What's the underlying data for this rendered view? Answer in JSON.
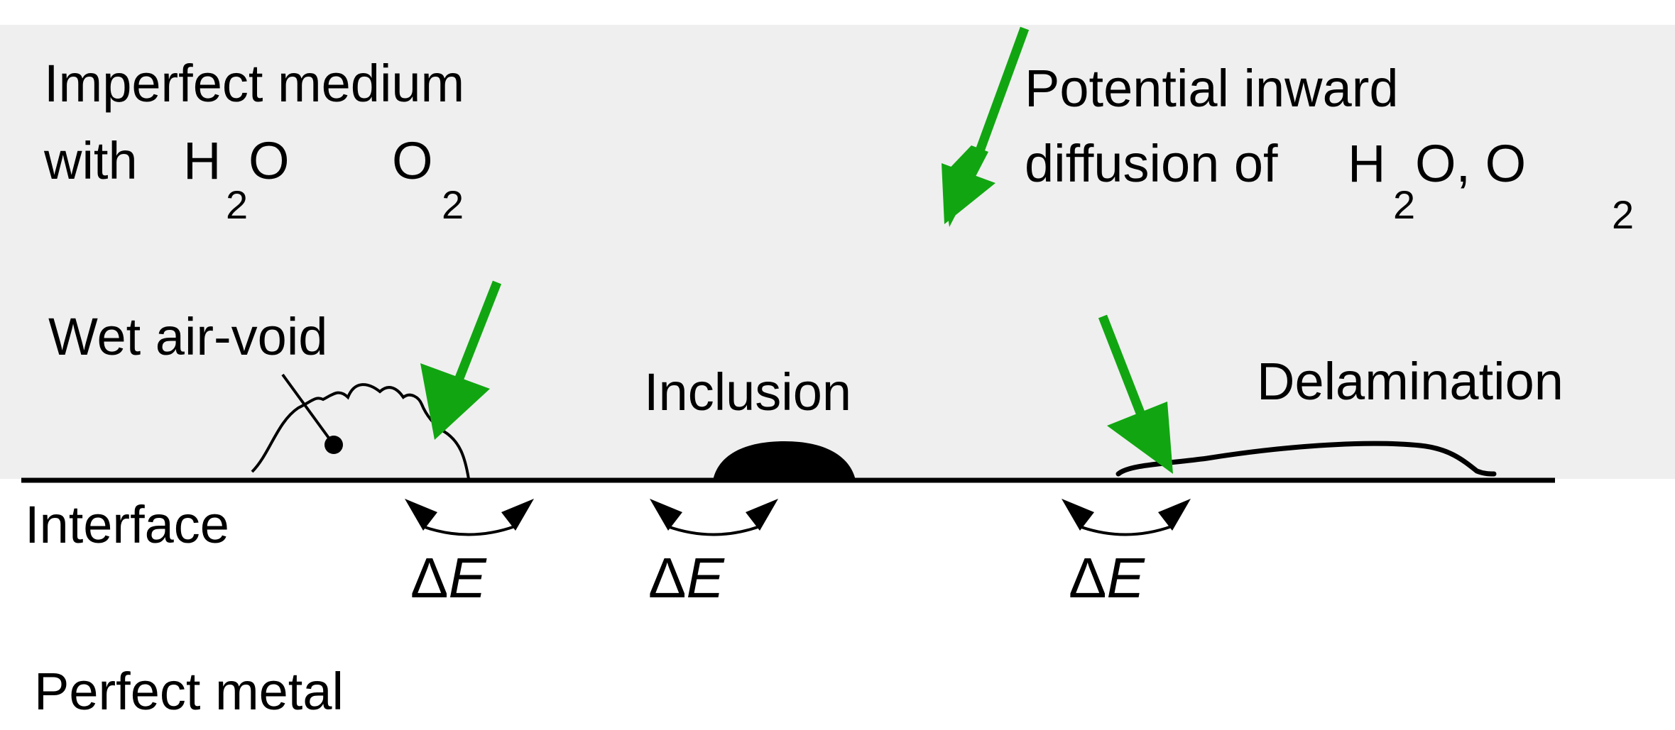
{
  "labels": {
    "medium_line1": "Imperfect medium",
    "medium_line2_prefix": "with",
    "h2o_h": "H",
    "h2o_sub": "2",
    "h2o_o": "O",
    "o2_o": "O",
    "o2_sub": "2",
    "diffusion_line1": "Potential inward",
    "diffusion_line2_prefix": "diffusion of",
    "diff_h": "H",
    "diff_h_sub": "2",
    "diff_rest": "O, O",
    "diff_o_sub": "2",
    "wet_air_void": "Wet air-void",
    "inclusion": "Inclusion",
    "delamination": "Delamination",
    "interface": "Interface",
    "perfect_metal": "Perfect metal",
    "delta_symbol": "Δ",
    "delta_e": "E"
  },
  "colors": {
    "medium_fill": "#efefef",
    "metal_fill": "#ffffff",
    "arrow_green": "#11a611",
    "line": "#000000"
  }
}
